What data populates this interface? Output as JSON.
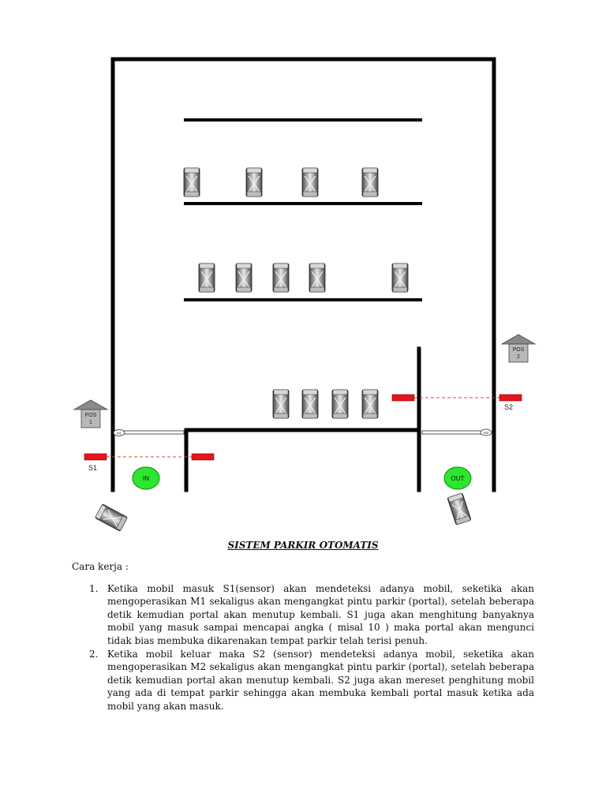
{
  "diagram": {
    "labels": {
      "pos1": [
        "POS",
        "1"
      ],
      "pos2": [
        "POS",
        "2"
      ],
      "s1": "S1",
      "s2": "S2",
      "m1": "M1",
      "m2": "M2",
      "in": "IN",
      "out": "OUT"
    },
    "colors": {
      "wall": "#000000",
      "sensor": "#e8141b",
      "sensor_beam": "#e0443e",
      "gate_button": "#2ee62e",
      "gate_button_border": "#1b9a1b",
      "post": "#b8b8b8",
      "car_body": "#a6a6a6"
    },
    "car_rows": [
      {
        "row": "row-1",
        "count": 4
      },
      {
        "row": "row-2",
        "count": 5
      },
      {
        "row": "row-3",
        "count": 4
      }
    ],
    "moving_cars": 2
  },
  "document": {
    "title": "SISTEM PARKIR OTOMATIS",
    "intro": "Cara kerja :",
    "steps": [
      {
        "number": "1.",
        "text": "Ketika mobil masuk S1(sensor) akan mendeteksi adanya mobil, seketika akan mengoperasikan M1 sekaligus akan mengangkat pintu parkir (portal), setelah beberapa detik kemudian portal akan menutup kembali. S1 juga akan menghitung banyaknya mobil yang masuk sampai mencapai angka ( misal 10 ) maka portal akan mengunci tidak bias membuka dikarenakan tempat parkir telah terisi penuh."
      },
      {
        "number": "2.",
        "text": "Ketika mobil keluar maka S2 (sensor) mendeteksi adanya mobil, seketika akan mengoperasikan M2 sekaligus akan mengangkat pintu parkir (portal), setelah beberapa detik kemudian portal akan menutup kembali. S2 juga akan mereset penghitung mobil yang ada di tempat parkir sehingga akan membuka kembali portal masuk ketika ada mobil yang akan masuk."
      }
    ]
  }
}
